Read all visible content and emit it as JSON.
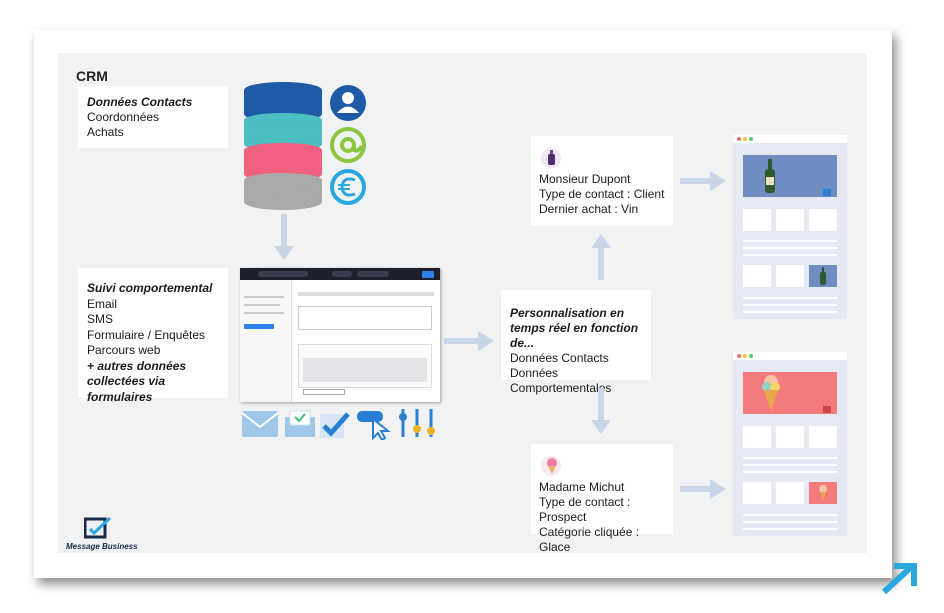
{
  "crm_title": "CRM",
  "box_contacts": {
    "heading": "Données Contacts",
    "items": [
      "Coordonnées",
      "Achats"
    ]
  },
  "box_behavior": {
    "heading": "Suivi comportemental",
    "items": [
      "Email",
      "SMS",
      "Formulaire / Enquêtes",
      "Parcours web"
    ],
    "footer": "+ autres données collectées via formulaires"
  },
  "box_personalization": {
    "heading": "Personnalisation en temps réel en fonction de...",
    "items": [
      "Données Contacts",
      "Données Comportementales"
    ]
  },
  "contact_dupont": {
    "name": "Monsieur Dupont",
    "type": "Type de contact : Client",
    "extra": "Dernier achat : Vin"
  },
  "contact_michut": {
    "name": "Madame Michut",
    "type": "Type de contact : Prospect",
    "extra": "Catégorie cliquée : Glace"
  },
  "logo_label": "Message Business",
  "colors": {
    "db_blue": "#1f5aa6",
    "db_teal": "#4bbfc2",
    "db_pink": "#f2607f",
    "db_grey": "#a9a9a9",
    "icon_contact": "#1f5aa6",
    "icon_at": "#8cc63f",
    "icon_euro": "#2aa7df",
    "arrow": "#c9d6e8",
    "mock_wine_bg": "#6f8dc1",
    "mock_icecream_bg": "#f37b7b"
  },
  "icons": [
    "user-icon",
    "at-icon",
    "euro-icon",
    "envelope-icon",
    "envelope-open-icon",
    "checkmark-icon",
    "cursor-click-icon",
    "sliders-icon",
    "wine-bottle-icon",
    "ice-cream-icon"
  ]
}
